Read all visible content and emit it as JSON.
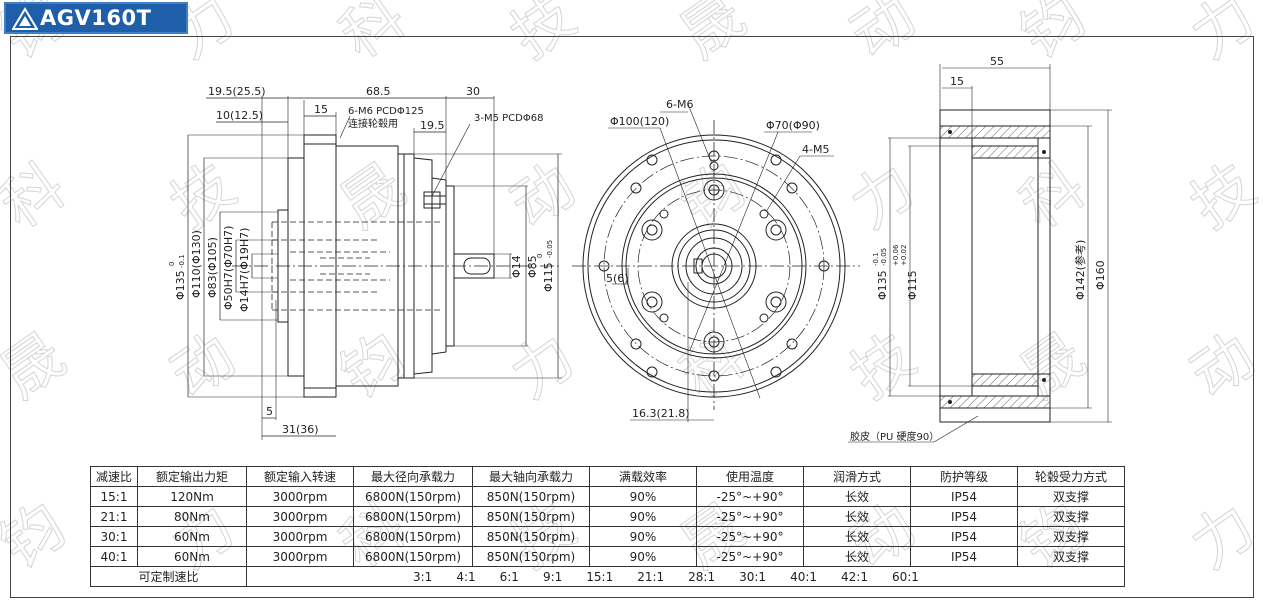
{
  "title": "AGV160T",
  "watermark_glyphs": [
    "钧",
    "力",
    "科",
    "技",
    "晟",
    "动"
  ],
  "side_view": {
    "dims": {
      "d1": "19.5(25.5)",
      "d2": "10(12.5)",
      "d3": "68.5",
      "d4": "15",
      "d5": "30",
      "d6": "19.5",
      "d7": "5",
      "d8": "31(36)"
    },
    "notes": {
      "n1": "6-M6 PCDΦ125",
      "n2": "连接轮毂用",
      "n3": "3-M5 PCDΦ68"
    },
    "vertical_dims": {
      "v1": "Φ135",
      "v1_tol_up": "0",
      "v1_tol_dn": "-0.1",
      "v2": "Φ110(Φ130)",
      "v3": "Φ83(Φ105)",
      "v4": "Φ50H7(Φ70H7)",
      "v5": "Φ14H7(Φ19H7)",
      "v6": "Φ14",
      "v7": "Φ85",
      "v8": "Φ115",
      "v8_tol_up": "0",
      "v8_tol_dn": "-0.05"
    }
  },
  "front_view": {
    "labels": {
      "a": "6-M6",
      "b": "Φ100(120)",
      "c": "Φ70(Φ90)",
      "d": "4-M5",
      "e": "5(6)",
      "f": "16.3(21.8)"
    }
  },
  "right_view": {
    "labels": {
      "w1": "55",
      "w2": "15",
      "r1": "Φ135",
      "r1_tol_up": "-0.1",
      "r1_tol_dn": "-0.05",
      "r2": "Φ115",
      "r2_tol_up": "+0.06",
      "r2_tol_dn": "+0.02",
      "r3": "Φ142(参考)",
      "r4": "Φ160",
      "r5": "胶皮（PU 硬度90）"
    }
  },
  "table": {
    "headers": [
      "减速比",
      "额定输出力矩",
      "额定输入转速",
      "最大径向承载力",
      "最大轴向承载力",
      "满载效率",
      "使用温度",
      "润滑方式",
      "防护等级",
      "轮毂受力方式"
    ],
    "rows": [
      [
        "15:1",
        "120Nm",
        "3000rpm",
        "6800N(150rpm)",
        "850N(150rpm)",
        "90%",
        "-25°~+90°",
        "长效",
        "IP54",
        "双支撑"
      ],
      [
        "21:1",
        "80Nm",
        "3000rpm",
        "6800N(150rpm)",
        "850N(150rpm)",
        "90%",
        "-25°~+90°",
        "长效",
        "IP54",
        "双支撑"
      ],
      [
        "30:1",
        "60Nm",
        "3000rpm",
        "6800N(150rpm)",
        "850N(150rpm)",
        "90%",
        "-25°~+90°",
        "长效",
        "IP54",
        "双支撑"
      ],
      [
        "40:1",
        "60Nm",
        "3000rpm",
        "6800N(150rpm)",
        "850N(150rpm)",
        "90%",
        "-25°~+90°",
        "长效",
        "IP54",
        "双支撑"
      ]
    ],
    "custom_label": "可定制速比",
    "custom_ratios": [
      "3:1",
      "4:1",
      "6:1",
      "9:1",
      "15:1",
      "21:1",
      "28:1",
      "30:1",
      "40:1",
      "42:1",
      "60:1"
    ]
  }
}
